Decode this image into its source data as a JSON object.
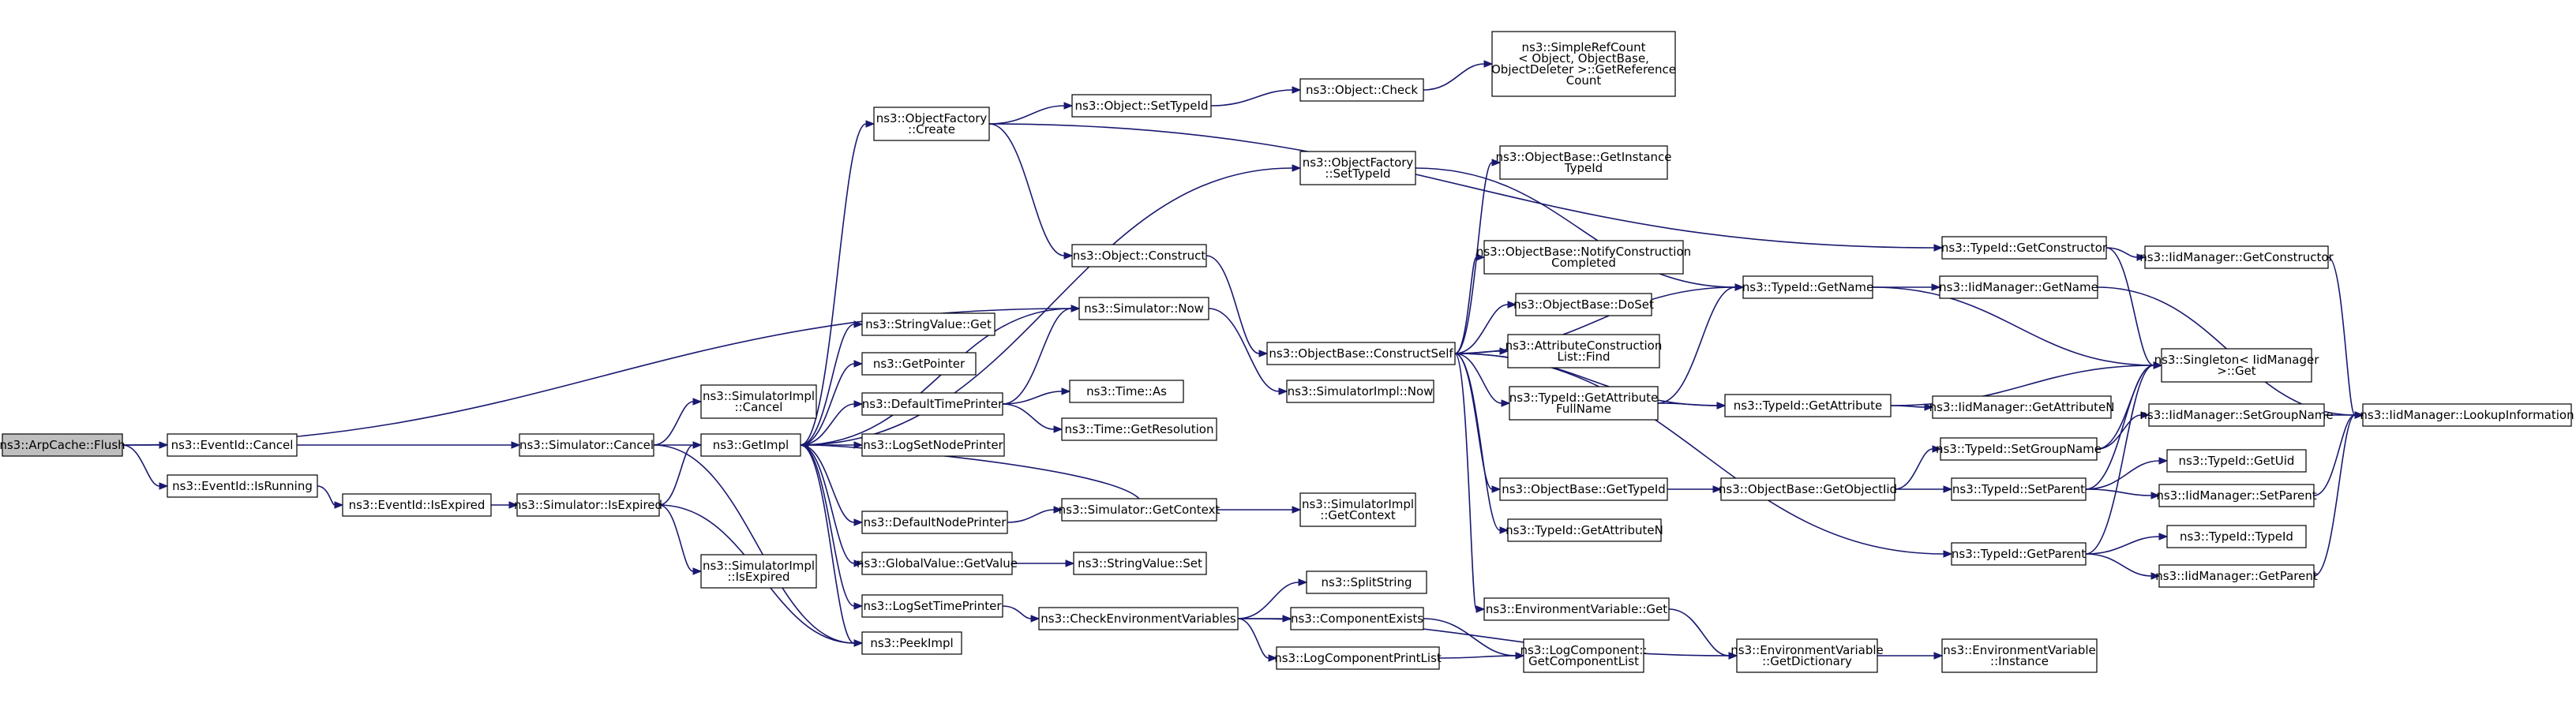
{
  "diagram": {
    "type": "call-graph",
    "edge_color": "#191970",
    "root_fill": "#bfbfbf",
    "node_fill": "#ffffff",
    "nodes": [
      {
        "id": "flush",
        "lines": [
          "ns3::ArpCache::Flush"
        ],
        "root": true
      },
      {
        "id": "eid_cancel",
        "lines": [
          "ns3::EventId::Cancel"
        ]
      },
      {
        "id": "eid_isrunning",
        "lines": [
          "ns3::EventId::IsRunning"
        ]
      },
      {
        "id": "sim_now",
        "lines": [
          "ns3::Simulator::Now"
        ]
      },
      {
        "id": "sim_cancel",
        "lines": [
          "ns3::Simulator::Cancel"
        ]
      },
      {
        "id": "eid_isexpired",
        "lines": [
          "ns3::EventId::IsExpired"
        ]
      },
      {
        "id": "simimpl_cancel",
        "lines": [
          "ns3::SimulatorImpl",
          "::Cancel"
        ]
      },
      {
        "id": "getimpl",
        "lines": [
          "ns3::GetImpl"
        ]
      },
      {
        "id": "peekimpl",
        "lines": [
          "ns3::PeekImpl"
        ]
      },
      {
        "id": "sim_isexpired",
        "lines": [
          "ns3::Simulator::IsExpired"
        ]
      },
      {
        "id": "simimpl_isexpired",
        "lines": [
          "ns3::SimulatorImpl",
          "::IsExpired"
        ]
      },
      {
        "id": "objfactory_create",
        "lines": [
          "ns3::ObjectFactory",
          "::Create"
        ]
      },
      {
        "id": "strval_get",
        "lines": [
          "ns3::StringValue::Get"
        ]
      },
      {
        "id": "getpointer",
        "lines": [
          "ns3::GetPointer"
        ]
      },
      {
        "id": "defaulttimeprinter",
        "lines": [
          "ns3::DefaultTimePrinter"
        ]
      },
      {
        "id": "logsetnodeprinter",
        "lines": [
          "ns3::LogSetNodePrinter"
        ]
      },
      {
        "id": "defaultnodeprinter",
        "lines": [
          "ns3::DefaultNodePrinter"
        ]
      },
      {
        "id": "globalvalue_getvalue",
        "lines": [
          "ns3::GlobalValue::GetValue"
        ]
      },
      {
        "id": "logsettimeprinter",
        "lines": [
          "ns3::LogSetTimePrinter"
        ]
      },
      {
        "id": "object_settypeid",
        "lines": [
          "ns3::Object::SetTypeId"
        ]
      },
      {
        "id": "objfactory_settypeid",
        "lines": [
          "ns3::ObjectFactory",
          "::SetTypeId"
        ]
      },
      {
        "id": "object_construct",
        "lines": [
          "ns3::Object::Construct"
        ]
      },
      {
        "id": "time_as",
        "lines": [
          "ns3::Time::As"
        ]
      },
      {
        "id": "time_getresolution",
        "lines": [
          "ns3::Time::GetResolution"
        ]
      },
      {
        "id": "sim_getcontext",
        "lines": [
          "ns3::Simulator::GetContext"
        ]
      },
      {
        "id": "strval_set",
        "lines": [
          "ns3::StringValue::Set"
        ]
      },
      {
        "id": "checkenvvars",
        "lines": [
          "ns3::CheckEnvironmentVariables"
        ]
      },
      {
        "id": "object_check",
        "lines": [
          "ns3::Object::Check"
        ]
      },
      {
        "id": "simimpl_now",
        "lines": [
          "ns3::SimulatorImpl::Now"
        ]
      },
      {
        "id": "objbase_constructself",
        "lines": [
          "ns3::ObjectBase::ConstructSelf"
        ]
      },
      {
        "id": "simimpl_getcontext",
        "lines": [
          "ns3::SimulatorImpl",
          "::GetContext"
        ]
      },
      {
        "id": "splitstring",
        "lines": [
          "ns3::SplitString"
        ]
      },
      {
        "id": "componentexists",
        "lines": [
          "ns3::ComponentExists"
        ]
      },
      {
        "id": "logcomponentprintlist",
        "lines": [
          "ns3::LogComponentPrintList"
        ]
      },
      {
        "id": "simplerefcount",
        "lines": [
          "ns3::SimpleRefCount",
          "< Object, ObjectBase,",
          " ObjectDeleter >::GetReference",
          "Count"
        ]
      },
      {
        "id": "objbase_getinstancetypeid",
        "lines": [
          "ns3::ObjectBase::GetInstance",
          "TypeId"
        ]
      },
      {
        "id": "objbase_notifyconstruction",
        "lines": [
          "ns3::ObjectBase::NotifyConstruction",
          "Completed"
        ]
      },
      {
        "id": "objbase_doset",
        "lines": [
          "ns3::ObjectBase::DoSet"
        ]
      },
      {
        "id": "attrconstructionlist_find",
        "lines": [
          "ns3::AttributeConstruction",
          "List::Find"
        ]
      },
      {
        "id": "typeid_getattributefullname",
        "lines": [
          "ns3::TypeId::GetAttribute",
          "FullName"
        ]
      },
      {
        "id": "objbase_gettypeid",
        "lines": [
          "ns3::ObjectBase::GetTypeId"
        ]
      },
      {
        "id": "typeid_getattributen",
        "lines": [
          "ns3::TypeId::GetAttributeN"
        ]
      },
      {
        "id": "envvar_get",
        "lines": [
          "ns3::EnvironmentVariable::Get"
        ]
      },
      {
        "id": "logcomponent_getcomponentlist",
        "lines": [
          "ns3::LogComponent::",
          "GetComponentList"
        ]
      },
      {
        "id": "typeid_getname",
        "lines": [
          "ns3::TypeId::GetName"
        ]
      },
      {
        "id": "typeid_getattribute",
        "lines": [
          "ns3::TypeId::GetAttribute"
        ]
      },
      {
        "id": "objbase_getobjectiid",
        "lines": [
          "ns3::ObjectBase::GetObjectIid"
        ]
      },
      {
        "id": "envvar_getdictionary",
        "lines": [
          "ns3::EnvironmentVariable",
          "::GetDictionary"
        ]
      },
      {
        "id": "typeid_getconstructor",
        "lines": [
          "ns3::TypeId::GetConstructor"
        ]
      },
      {
        "id": "iidmanager_getname",
        "lines": [
          "ns3::IidManager::GetName"
        ]
      },
      {
        "id": "iidmanager_getattributen",
        "lines": [
          "ns3::IidManager::GetAttributeN"
        ]
      },
      {
        "id": "typeid_setgroupname",
        "lines": [
          "ns3::TypeId::SetGroupName"
        ]
      },
      {
        "id": "typeid_setparent",
        "lines": [
          "ns3::TypeId::SetParent"
        ]
      },
      {
        "id": "typeid_getparent",
        "lines": [
          "ns3::TypeId::GetParent"
        ]
      },
      {
        "id": "envvar_instance",
        "lines": [
          "ns3::EnvironmentVariable",
          "::Instance"
        ]
      },
      {
        "id": "iidmanager_getconstructor",
        "lines": [
          "ns3::IidManager::GetConstructor"
        ]
      },
      {
        "id": "singleton_get",
        "lines": [
          "ns3::Singleton< IidManager",
          " >::Get"
        ]
      },
      {
        "id": "iidmanager_setgroupname",
        "lines": [
          "ns3::IidManager::SetGroupName"
        ]
      },
      {
        "id": "typeid_getuid",
        "lines": [
          "ns3::TypeId::GetUid"
        ]
      },
      {
        "id": "iidmanager_setparent",
        "lines": [
          "ns3::IidManager::SetParent"
        ]
      },
      {
        "id": "typeid_typeid",
        "lines": [
          "ns3::TypeId::TypeId"
        ]
      },
      {
        "id": "iidmanager_getparent",
        "lines": [
          "ns3::IidManager::GetParent"
        ]
      },
      {
        "id": "iidmanager_lookupinformation",
        "lines": [
          "ns3::IidManager::LookupInformation"
        ]
      }
    ],
    "edges": [
      [
        "flush",
        "eid_cancel"
      ],
      [
        "flush",
        "eid_isrunning"
      ],
      [
        "flush",
        "sim_now"
      ],
      [
        "eid_cancel",
        "sim_cancel"
      ],
      [
        "eid_isrunning",
        "eid_isexpired"
      ],
      [
        "eid_isexpired",
        "sim_isexpired"
      ],
      [
        "sim_cancel",
        "simimpl_cancel"
      ],
      [
        "sim_cancel",
        "getimpl"
      ],
      [
        "sim_cancel",
        "peekimpl"
      ],
      [
        "sim_isexpired",
        "getimpl"
      ],
      [
        "sim_isexpired",
        "simimpl_isexpired"
      ],
      [
        "sim_isexpired",
        "peekimpl"
      ],
      [
        "getimpl",
        "objfactory_create"
      ],
      [
        "getimpl",
        "objfactory_settypeid"
      ],
      [
        "getimpl",
        "sim_now"
      ],
      [
        "getimpl",
        "strval_get"
      ],
      [
        "getimpl",
        "getpointer"
      ],
      [
        "getimpl",
        "defaulttimeprinter"
      ],
      [
        "getimpl",
        "logsetnodeprinter"
      ],
      [
        "getimpl",
        "defaultnodeprinter"
      ],
      [
        "getimpl",
        "globalvalue_getvalue"
      ],
      [
        "getimpl",
        "logsettimeprinter"
      ],
      [
        "getimpl",
        "peekimpl"
      ],
      [
        "objfactory_create",
        "object_settypeid"
      ],
      [
        "objfactory_create",
        "object_construct"
      ],
      [
        "objfactory_create",
        "typeid_getconstructor"
      ],
      [
        "object_settypeid",
        "object_check"
      ],
      [
        "object_check",
        "simplerefcount"
      ],
      [
        "objfactory_settypeid",
        "typeid_getname"
      ],
      [
        "object_construct",
        "objbase_constructself"
      ],
      [
        "sim_now",
        "simimpl_now"
      ],
      [
        "defaulttimeprinter",
        "sim_now"
      ],
      [
        "defaulttimeprinter",
        "time_as"
      ],
      [
        "defaulttimeprinter",
        "time_getresolution"
      ],
      [
        "defaultnodeprinter",
        "sim_getcontext"
      ],
      [
        "sim_getcontext",
        "getimpl"
      ],
      [
        "sim_getcontext",
        "simimpl_getcontext"
      ],
      [
        "globalvalue_getvalue",
        "strval_set"
      ],
      [
        "logsettimeprinter",
        "checkenvvars"
      ],
      [
        "checkenvvars",
        "splitstring"
      ],
      [
        "checkenvvars",
        "componentexists"
      ],
      [
        "checkenvvars",
        "logcomponentprintlist"
      ],
      [
        "checkenvvars",
        "envvar_getdictionary"
      ],
      [
        "componentexists",
        "logcomponent_getcomponentlist"
      ],
      [
        "logcomponentprintlist",
        "logcomponent_getcomponentlist"
      ],
      [
        "objbase_constructself",
        "objbase_getinstancetypeid"
      ],
      [
        "objbase_constructself",
        "typeid_getname"
      ],
      [
        "objbase_constructself",
        "objbase_notifyconstruction"
      ],
      [
        "objbase_constructself",
        "objbase_doset"
      ],
      [
        "objbase_constructself",
        "attrconstructionlist_find"
      ],
      [
        "objbase_constructself",
        "typeid_getattributefullname"
      ],
      [
        "objbase_constructself",
        "typeid_getattribute"
      ],
      [
        "objbase_constructself",
        "objbase_gettypeid"
      ],
      [
        "objbase_constructself",
        "typeid_getattributen"
      ],
      [
        "objbase_constructself",
        "envvar_get"
      ],
      [
        "objbase_constructself",
        "typeid_getparent"
      ],
      [
        "typeid_getattributefullname",
        "typeid_getname"
      ],
      [
        "typeid_getattributefullname",
        "typeid_getattribute"
      ],
      [
        "objbase_gettypeid",
        "objbase_getobjectiid"
      ],
      [
        "objbase_getobjectiid",
        "typeid_setgroupname"
      ],
      [
        "objbase_getobjectiid",
        "typeid_setparent"
      ],
      [
        "envvar_get",
        "envvar_getdictionary"
      ],
      [
        "envvar_getdictionary",
        "envvar_instance"
      ],
      [
        "typeid_getname",
        "iidmanager_getname"
      ],
      [
        "typeid_getname",
        "singleton_get"
      ],
      [
        "typeid_getattribute",
        "iidmanager_getattributen"
      ],
      [
        "typeid_getattribute",
        "singleton_get"
      ],
      [
        "typeid_getconstructor",
        "iidmanager_getconstructor"
      ],
      [
        "typeid_getconstructor",
        "singleton_get"
      ],
      [
        "typeid_setgroupname",
        "iidmanager_setgroupname"
      ],
      [
        "typeid_setgroupname",
        "singleton_get"
      ],
      [
        "typeid_setparent",
        "typeid_getuid"
      ],
      [
        "typeid_setparent",
        "iidmanager_setparent"
      ],
      [
        "typeid_setparent",
        "singleton_get"
      ],
      [
        "typeid_getparent",
        "typeid_typeid"
      ],
      [
        "typeid_getparent",
        "iidmanager_getparent"
      ],
      [
        "typeid_getparent",
        "singleton_get"
      ],
      [
        "iidmanager_getname",
        "iidmanager_lookupinformation"
      ],
      [
        "iidmanager_getconstructor",
        "iidmanager_lookupinformation"
      ],
      [
        "iidmanager_setgroupname",
        "iidmanager_lookupinformation"
      ],
      [
        "iidmanager_setparent",
        "iidmanager_lookupinformation"
      ],
      [
        "iidmanager_getparent",
        "iidmanager_lookupinformation"
      ]
    ]
  }
}
